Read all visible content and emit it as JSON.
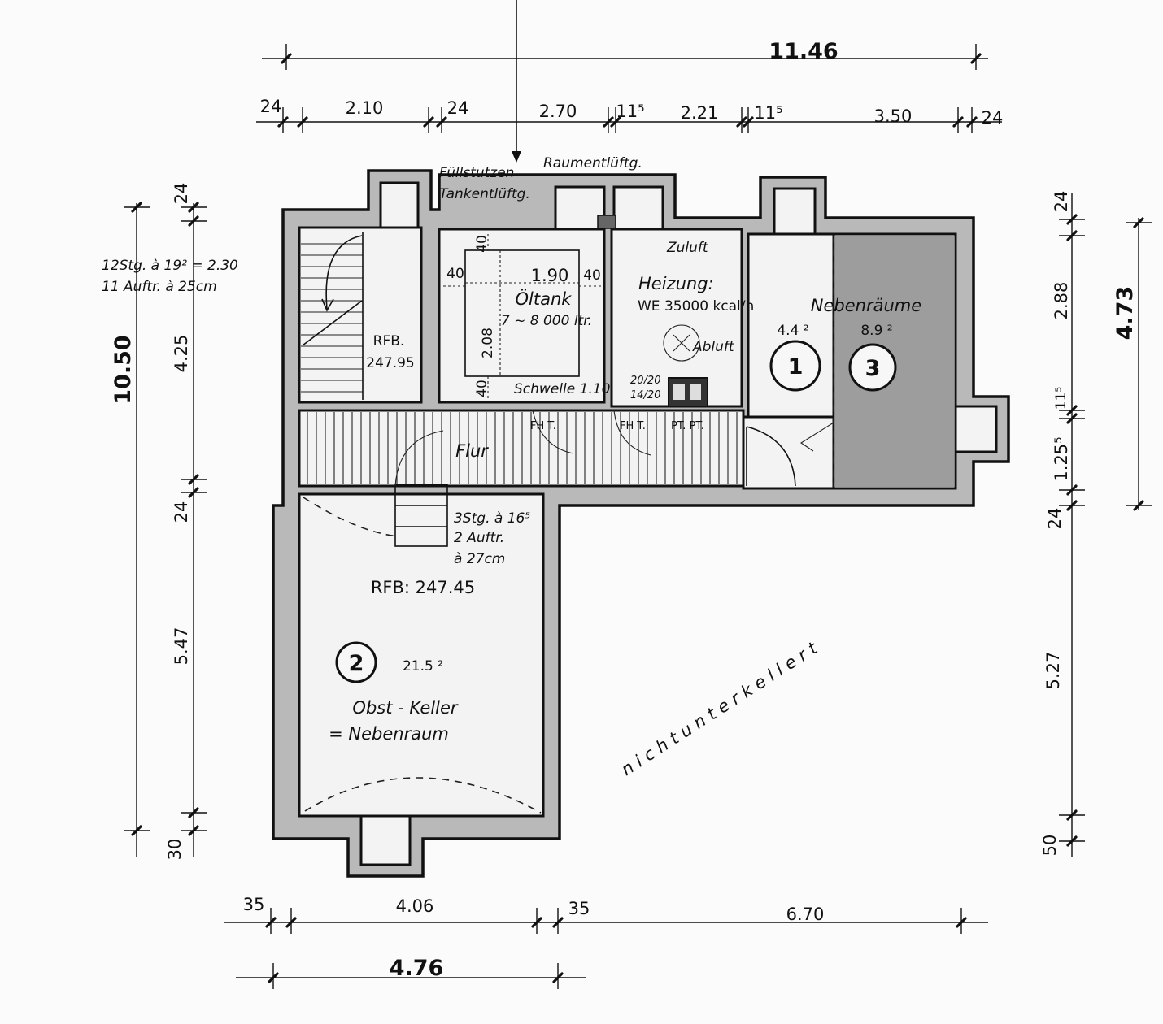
{
  "plan": {
    "overall": {
      "top_width": "11.46",
      "left_height": "10.50",
      "right_height": "4.73",
      "bottom_width": "4.76"
    },
    "top_dims": [
      "24",
      "2.10",
      "24",
      "2.70",
      "11⁵",
      "2.21",
      "11⁵",
      "3.50",
      "24"
    ],
    "bottom_dims": [
      "35",
      "4.06",
      "35",
      "6.70"
    ],
    "left_dims": [
      "24",
      "4.25",
      "24",
      "5.47",
      "30"
    ],
    "right_dims": [
      "24",
      "2.88",
      "11⁵",
      "1.25⁵",
      "24",
      "5.27",
      "50"
    ],
    "notes": {
      "fuellstutzen": "Füllstutzen",
      "tankentlueftg": "Tankentlüftg.",
      "raumentlueftg": "Raumentlüftg.",
      "stair_top_1": "12Stg. à 19² = 2.30",
      "stair_top_2": "11 Auftr. à 25cm",
      "zuluft": "Zuluft",
      "abluft": "Abluft",
      "schwelle": "Schwelle 1.10",
      "stair_bottom_1": "3Stg. à 16⁵",
      "stair_bottom_2": "2 Auftr.",
      "stair_bottom_3": "à 27cm",
      "not_basement": "n i c h t   u n t e r k e l l e r t",
      "chimney_1": "20/20",
      "chimney_2": "14/20"
    },
    "rooms": {
      "stair_rfb_label": "RFB.",
      "stair_rfb_value": "247.95",
      "tank_label": "Öltank",
      "tank_volume": "7 ~ 8 000 ltr.",
      "tank_width": "1.90",
      "tank_depth": "2.08",
      "tank_40_top": "40",
      "tank_40_left": "40",
      "tank_40_right": "40",
      "tank_40_bottom": "40",
      "heating_label": "Heizung:",
      "heating_value": "WE 35000 kcal/h",
      "flur": "Flur",
      "neben_label": "Nebenräume",
      "room1_num": "1",
      "room1_area": "4.4 ²",
      "room3_num": "3",
      "room3_area": "8.9 ²",
      "cellar_rfb": "RFB: 247.45",
      "room2_num": "2",
      "room2_area": "21.5 ²",
      "room2_name_1": "Obst - Keller",
      "room2_name_2": "= Nebenraum"
    },
    "door_marks": [
      "FH T.",
      "FH T.",
      "PT. PT."
    ]
  }
}
